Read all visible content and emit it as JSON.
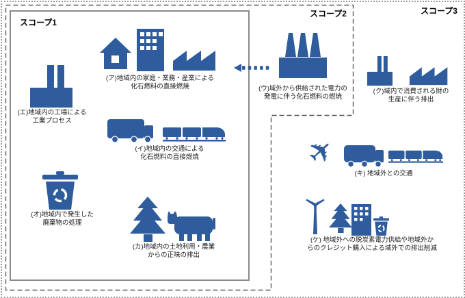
{
  "colors": {
    "icon_blue": "#2e5c9c",
    "scope1_border": "#8a8a8a",
    "scope2_dashed_border": "#595959",
    "scope3_dotted_border": "#9a9a9a",
    "text": "#1a1a1a"
  },
  "scopes": {
    "scope1": {
      "title": "スコープ1"
    },
    "scope2": {
      "title": "スコープ2"
    },
    "scope3": {
      "title": "スコープ3"
    }
  },
  "items": {
    "a": {
      "label": "(ア)地域内の家庭・業務・産業による\n化石燃料の直接燃焼",
      "icons": [
        "house-icon",
        "office-building-icon",
        "factory-icon"
      ]
    },
    "i": {
      "label": "(イ)地域内の交通による\n化石燃料の直接燃焼",
      "icons": [
        "truck-icon",
        "train-icon"
      ]
    },
    "u": {
      "label": "(ウ)域外から供給された電力の\n発電に伴う化石燃料の燃焼",
      "icons": [
        "power-plant-icon"
      ]
    },
    "e": {
      "label": "(エ)地域内の工場による\n工業プロセス",
      "icons": [
        "chimney-factory-icon"
      ]
    },
    "o": {
      "label": "(オ)地域内で発生した\n廃棄物の処理",
      "icons": [
        "recycle-bin-icon"
      ]
    },
    "ka": {
      "label": "(カ)地域内の土地利用・農業\nからの正味の排出",
      "icons": [
        "tree-icon",
        "cow-icon"
      ]
    },
    "ki": {
      "label": "(キ) 地域外との交通",
      "icons": [
        "airplane-icon",
        "bus-icon",
        "train-icon"
      ]
    },
    "ku": {
      "label": "(ク)域内で消費される財の\n生産に伴う排出",
      "icons": [
        "chimney-factory-icon",
        "factory-icon"
      ]
    },
    "ke": {
      "label": "(ケ) 地域外への脱炭素電力供給や地域外か\nらのクレジット購入による域外での排出削減",
      "icons": [
        "wind-turbine-icon",
        "tree-icon",
        "office-building-icon",
        "recycle-bin-icon"
      ]
    }
  },
  "airplane_glyph": "✈"
}
